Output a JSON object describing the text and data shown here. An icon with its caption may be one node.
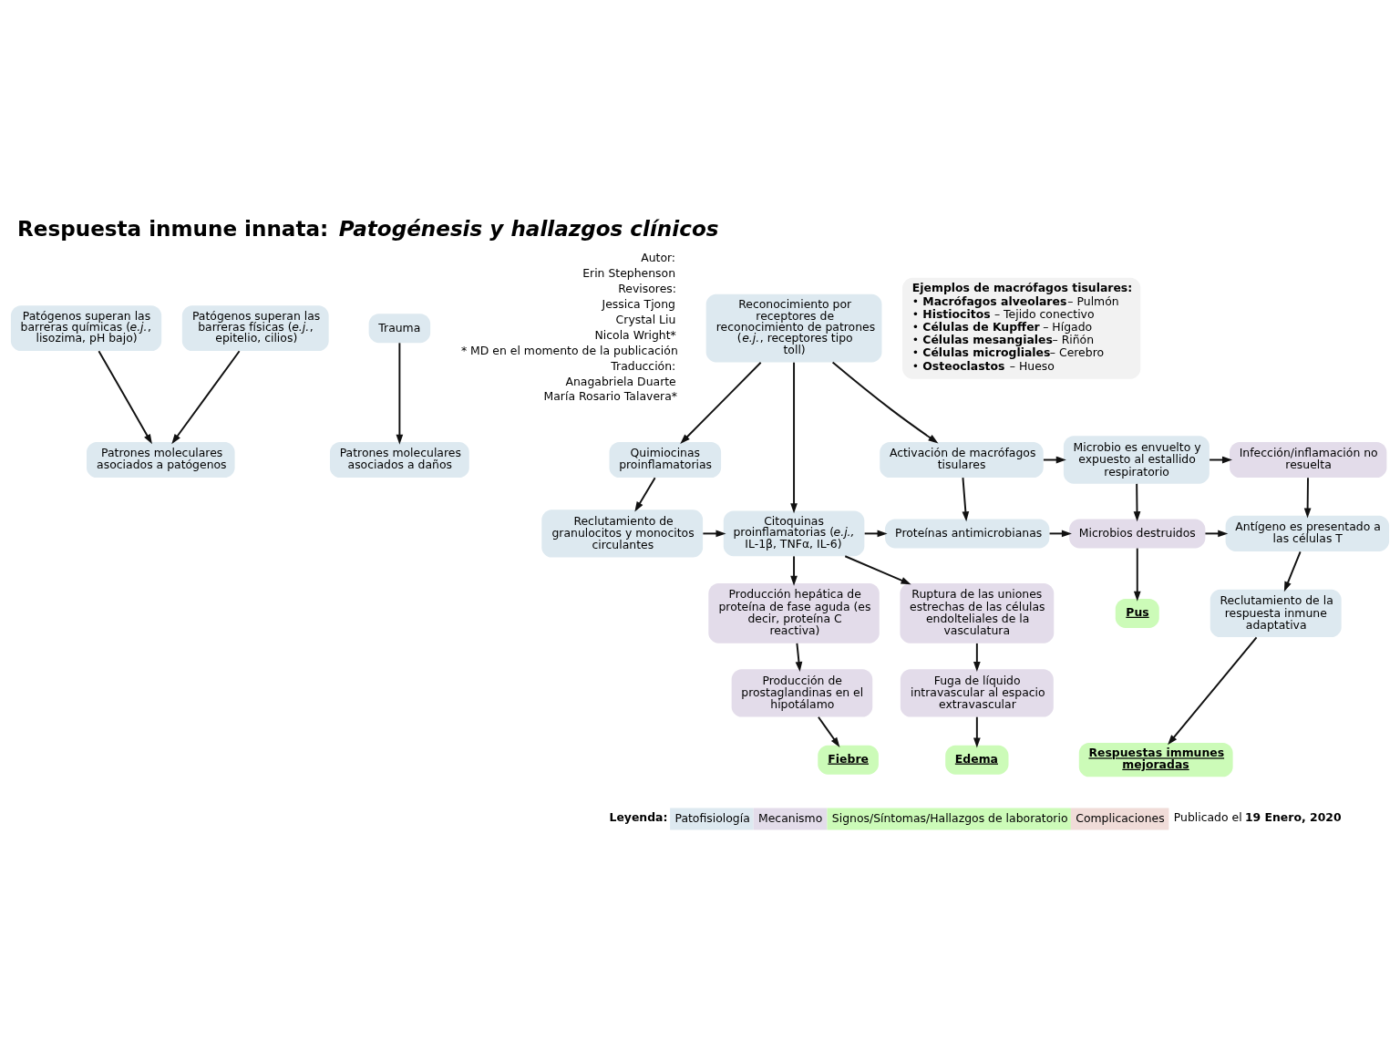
{
  "diagram": {
    "title": "Respuesta inmune innata: *Patogénesis y hallazgos clínicos*",
    "nodes": [
      {
        "text": [
          "Patógenos superan las barreras químicas (*e.j.*, lisozima, pH bajo)"
        ]
      },
      {
        "text": [
          "Patógenos superan las barreras físicas (*e.j.*, epitelio, cilios)"
        ]
      },
      {
        "text": [
          "Trauma"
        ]
      },
      {
        "text": [
          "Patrones moleculares asociados a patógenos"
        ]
      },
      {
        "text": [
          "Patrones moleculares asociados a daños"
        ]
      },
      {
        "text": [
          "Reconocimiento por receptores de reconocimiento de patrones (*e.j.*, receptores tipo toll)"
        ]
      },
      {
        "text": [
          "**Ejemplos de macrófagos tisulares:**",
          "• **Macrófagos alveolares**– Pulmón",
          "• **Histiocitos** – Tejido conectivo",
          "• **Células de Kupffer** – Hígado",
          "• **Células mesangiales**– Riñón",
          "• **Células microgliales**– Cerebro",
          "• **Osteoclastos** – Hueso"
        ]
      },
      {
        "text": [
          "Quimiocinas proinflamatorias"
        ]
      },
      {
        "text": [
          "Activación de macrófagos tisulares"
        ]
      },
      {
        "text": [
          "Microbio es envuelto y expuesto al estallido respiratorio"
        ]
      },
      {
        "text": [
          "Infección/inflamación no resuelta"
        ]
      },
      {
        "text": [
          "Reclutamiento de granulocitos y monocitos circulantes"
        ]
      },
      {
        "text": [
          "Citoquinas proinflamatorias (*e.j.,* IL-1β, TNFα, IL-6)"
        ]
      },
      {
        "text": [
          "Proteínas antimicrobianas"
        ]
      },
      {
        "text": [
          "Microbios destruidos"
        ]
      },
      {
        "text": [
          "Antígeno es presentado a las células T"
        ]
      },
      {
        "text": [
          "Pus"
        ]
      },
      {
        "text": [
          "Reclutamiento de la respuesta inmune adaptativa"
        ]
      },
      {
        "text": [
          "Producción hepática de proteína de fase aguda (es decir, proteína C reactiva)"
        ]
      },
      {
        "text": [
          "Ruptura de las uniones estrechas de las células endolteliales de la vasculatura"
        ]
      },
      {
        "text": [
          "Producción de prostaglandinas en el hipotálamo"
        ]
      },
      {
        "text": [
          "Fuga de líquido intravascular al espacio extravascular"
        ]
      },
      {
        "text": [
          "Fiebre"
        ]
      },
      {
        "text": [
          "Edema"
        ]
      },
      {
        "text": [
          "Respuestas immunes mejoradas"
        ]
      }
    ],
    "edges": [
      {
        "from": 0,
        "to": 3,
        "arrow": "to"
      },
      {
        "from": 1,
        "to": 3,
        "arrow": "to"
      },
      {
        "from": 2,
        "to": 4,
        "arrow": "to"
      },
      {
        "from": 5,
        "to": 7,
        "arrow": "to"
      },
      {
        "from": 5,
        "to": 12,
        "arrow": "to"
      },
      {
        "from": 5,
        "to": 8,
        "arrow": "to"
      },
      {
        "from": 7,
        "to": 11,
        "arrow": "to"
      },
      {
        "from": 11,
        "to": 12,
        "arrow": "to"
      },
      {
        "from": 8,
        "to": 13,
        "arrow": "to"
      },
      {
        "from": 8,
        "to": 9,
        "arrow": "to"
      },
      {
        "from": 12,
        "to": 13,
        "arrow": "to"
      },
      {
        "from": 13,
        "to": 14,
        "arrow": "to"
      },
      {
        "from": 9,
        "to": 14,
        "arrow": "to"
      },
      {
        "from": 9,
        "to": 10,
        "arrow": "to"
      },
      {
        "from": 14,
        "to": 15,
        "arrow": "to"
      },
      {
        "from": 10,
        "to": 15,
        "arrow": "to"
      },
      {
        "from": 14,
        "to": 16,
        "arrow": "to"
      },
      {
        "from": 15,
        "to": 17,
        "arrow": "to"
      },
      {
        "from": 17,
        "to": 24,
        "arrow": "to"
      },
      {
        "from": 12,
        "to": 18,
        "arrow": "to"
      },
      {
        "from": 12,
        "to": 19,
        "arrow": "to"
      },
      {
        "from": 18,
        "to": 20,
        "arrow": "to"
      },
      {
        "from": 19,
        "to": 21,
        "arrow": "to"
      },
      {
        "from": 20,
        "to": 22,
        "arrow": "to"
      },
      {
        "from": 21,
        "to": 23,
        "arrow": "to"
      }
    ],
    "labels": [
      "Autor:",
      "Erin Stephenson",
      "Revisores:",
      "Jessica Tjong",
      "Crystal Liu",
      "Nicola Wright*",
      "* MD en el momento de la publicación",
      "Traducción:",
      "Anagabriela Duarte",
      "María Rosario Talavera*",
      "Leyenda:",
      "Publicado el **19 Enero, 2020**"
    ],
    "legend": [
      {
        "text": "Patofisiología",
        "color": "#dde9f0"
      },
      {
        "text": "Mecanismo",
        "color": "#e3dcea"
      },
      {
        "text": "Signos/Síntomas/Hallazgos de laboratorio",
        "color": "#ccfbb8"
      },
      {
        "text": "Complicaciones",
        "color": "#f0dcd8"
      }
    ]
  }
}
